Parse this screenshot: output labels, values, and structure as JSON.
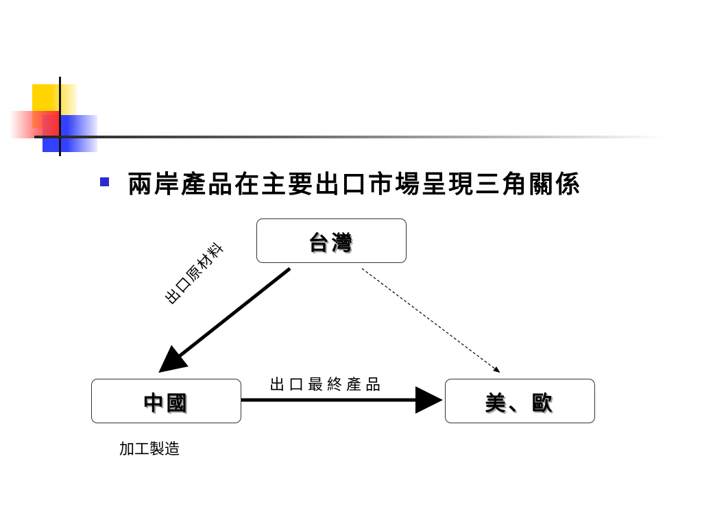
{
  "slide": {
    "heading": "兩岸產品在主要出口市場呈現三角關係"
  },
  "diagram": {
    "nodes": {
      "taiwan": "台灣",
      "china": "中國",
      "us_europe": "美、歐"
    },
    "labels": {
      "export_raw_materials": "出口原材料",
      "export_final_products": "出口最終產品",
      "processing_manufacturing": "加工製造"
    },
    "edges": [
      {
        "from": "taiwan",
        "to": "china",
        "style": "solid-bold",
        "label": "出口原材料"
      },
      {
        "from": "china",
        "to": "us_europe",
        "style": "solid-bold",
        "label": "出口最終產品"
      },
      {
        "from": "taiwan",
        "to": "us_europe",
        "style": "dashed"
      }
    ]
  },
  "colors": {
    "bullet": "#2b2bcc",
    "accent_yellow": "#ffd400",
    "accent_blue": "#3340ff",
    "accent_red": "#ff2a2a"
  }
}
